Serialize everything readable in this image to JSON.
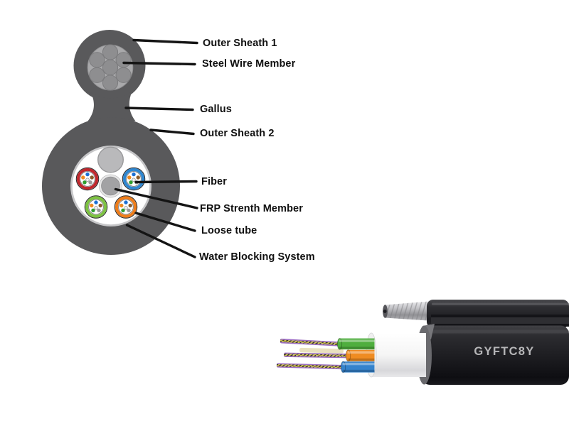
{
  "page": {
    "background": "#ffffff"
  },
  "diagram": {
    "name": "figure-8-cable-cross-section",
    "labels": [
      {
        "id": "outer-sheath-1",
        "text": "Outer Sheath 1"
      },
      {
        "id": "steel-wire-member",
        "text": "Steel Wire Member"
      },
      {
        "id": "gallus",
        "text": "Gallus"
      },
      {
        "id": "outer-sheath-2",
        "text": "Outer Sheath 2"
      },
      {
        "id": "fiber",
        "text": "Fiber"
      },
      {
        "id": "frp-strength-member",
        "text": "FRP Strenth Member"
      },
      {
        "id": "loose-tube",
        "text": "Loose tube"
      },
      {
        "id": "water-blocking-system",
        "text": "Water Blocking System"
      }
    ],
    "colors": {
      "sheath": "#59595b",
      "steel_wire": "#8e8e90",
      "steel_wire_bed": "#a9a9ab",
      "water_blocking_ring": "#c6c6c8",
      "filler_rod": "#b9b9bb",
      "frp_rod": "#a2a2a4",
      "loose_tubes": [
        "#c1272d",
        "#2e86d0",
        "#7dc242",
        "#ef7d1a"
      ],
      "fibers": [
        "#1a6fd4",
        "#f08a1e",
        "#2f9e2f",
        "#8a5a2a",
        "#9a9a9a",
        "#f0f0f0"
      ]
    }
  },
  "photo": {
    "marking": "GYFTC8Y",
    "colors": {
      "jacket": "#1e1e22",
      "messenger_wire": "#c5c5c9",
      "inner_tube": "#f5f5f5",
      "buffer_tubes": [
        "#4fae3e",
        "#ef8c22",
        "#3583cc"
      ],
      "fiber_bundle": "#9b6cc0",
      "filler_strand": "#e9e1c0"
    }
  }
}
